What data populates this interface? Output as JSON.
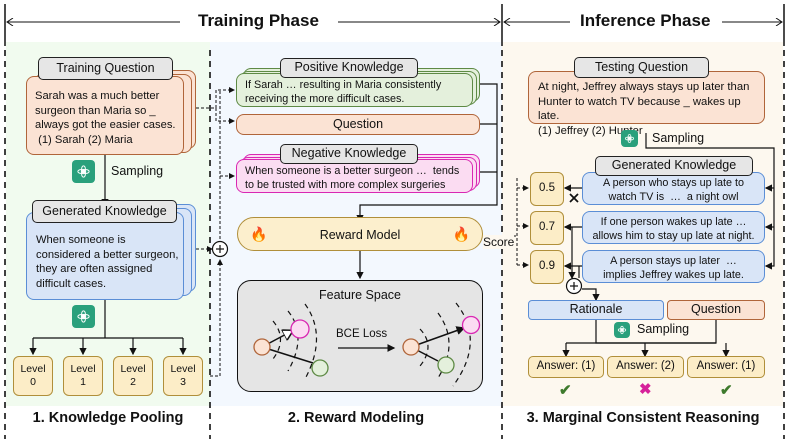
{
  "phases": {
    "training": "Training Phase",
    "inference": "Inference Phase"
  },
  "sections": {
    "knowledge_pooling": {
      "title": "1. Knowledge Pooling",
      "training_question_header": "Training Question",
      "training_question_lines": [
        "Sarah was a much better",
        "surgeon than Maria so _",
        "always got the easier cases.",
        " (1) Sarah (2) Maria"
      ],
      "sampling_label": "Sampling",
      "generated_knowledge_header": "Generated Knowledge",
      "generated_knowledge_lines": [
        "When someone is",
        "considered a better surgeon,",
        "they are often assigned",
        "difficult cases."
      ],
      "levels": [
        {
          "label": "Level",
          "value": "0"
        },
        {
          "label": "Level",
          "value": "1"
        },
        {
          "label": "Level",
          "value": "2"
        },
        {
          "label": "Level",
          "value": "3"
        }
      ]
    },
    "reward_modeling": {
      "title": "2. Reward Modeling",
      "positive_header": "Positive Knowledge",
      "positive_lines": [
        "If Sarah … resulting in Maria consistently",
        "receiving the more difficult cases."
      ],
      "question_label": "Question",
      "negative_header": "Negative Knowledge",
      "negative_lines": [
        "When someone is a better surgeon …  tends",
        "to be trusted with more complex surgeries"
      ],
      "reward_model_label": "Reward Model",
      "feature_space_label": "Feature Space",
      "loss_label": "BCE Loss",
      "score_label": "Score"
    },
    "marginal_reasoning": {
      "title": "3. Marginal Consistent Reasoning",
      "testing_question_header": "Testing Question",
      "testing_question_lines": [
        "At night, Jeffrey always stays up later than",
        "Hunter to watch TV because _ wakes up late.",
        "(1) Jeffrey (2) Hunter"
      ],
      "sampling_label": "Sampling",
      "generated_knowledge_header": "Generated Knowledge",
      "knowledge_items": [
        {
          "score": "0.5",
          "lines": [
            "A person who stays up late to",
            "watch TV is  …  a night owl"
          ],
          "rejected": true
        },
        {
          "score": "0.7",
          "lines": [
            "If one person wakes up late …",
            "allows him to stay up late at night."
          ],
          "rejected": false
        },
        {
          "score": "0.9",
          "lines": [
            "A person stays up later  …",
            "implies Jeffrey wakes up late."
          ],
          "rejected": false
        }
      ],
      "rationale_label": "Rationale",
      "question_label": "Question",
      "sampling_label_2": "Sampling",
      "answers": [
        {
          "label": "Answer: (1)",
          "result": "correct"
        },
        {
          "label": "Answer: (2)",
          "result": "wrong"
        },
        {
          "label": "Answer: (1)",
          "result": "correct"
        }
      ]
    }
  },
  "colors": {
    "correct": "#3e7a2c",
    "wrong": "#d6219a",
    "gpt": "#2aa07c",
    "flame": "#ef5a4c"
  }
}
